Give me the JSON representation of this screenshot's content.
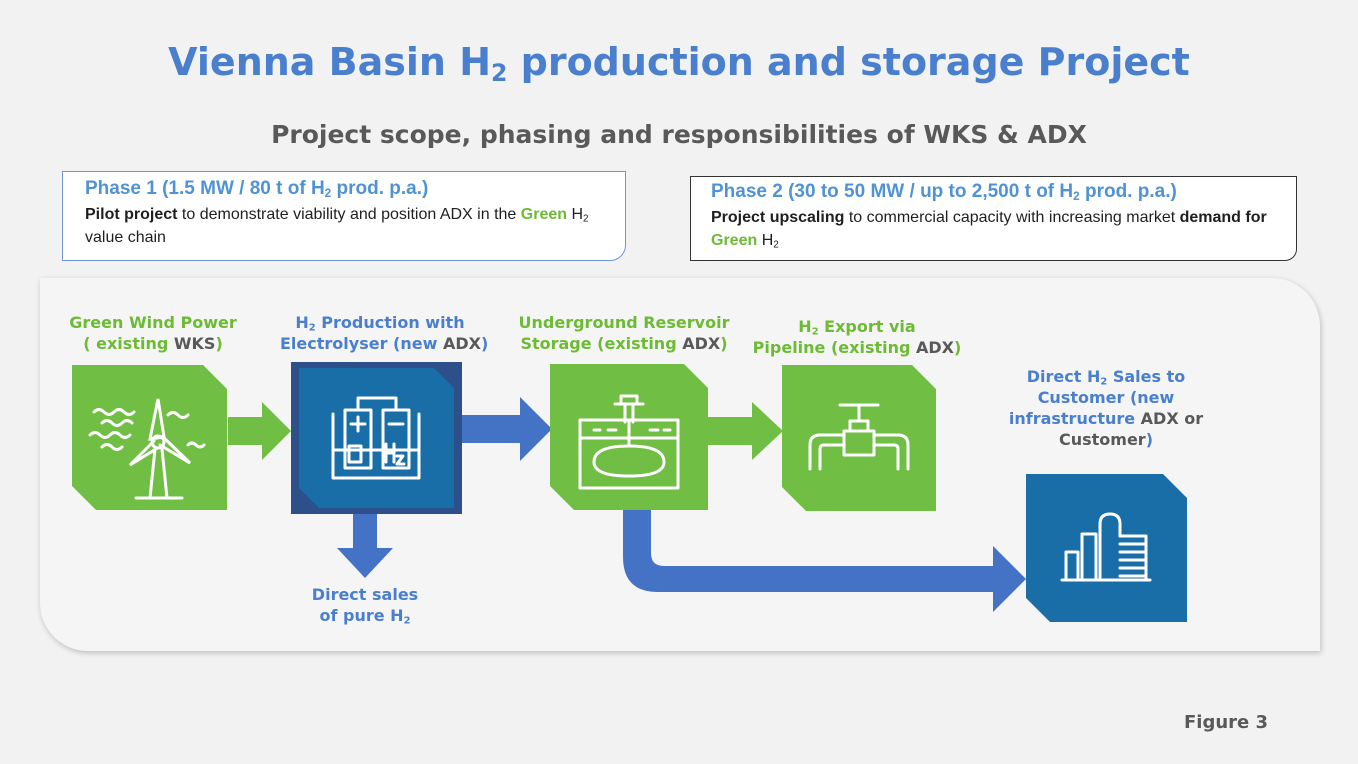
{
  "title": {
    "pre": "Vienna Basin H",
    "sub": "2",
    "post": " production and storage Project"
  },
  "subtitle": "Project scope, phasing and responsibilities of WKS & ADX",
  "phase1": {
    "heading_pre": "Phase 1 (1.5 MW / 80 t of H",
    "heading_sub": "2",
    "heading_post": " prod. p.a.)",
    "body_bold": "Pilot project",
    "body_1": " to demonstrate viability and position ADX in the ",
    "body_green": "Green",
    "body_h": " H",
    "body_sub": "2",
    "body_2": " value chain"
  },
  "phase2": {
    "heading_pre": "Phase 2 (30 to 50 MW / up to 2,500 t of H",
    "heading_sub": "2",
    "heading_post": " prod. p.a.)",
    "body_bold": "Project upscaling",
    "body_1": " to commercial capacity with increasing market ",
    "body_bold2": "demand for ",
    "body_green": "Green",
    "body_h": " H",
    "body_sub": "2"
  },
  "stages": {
    "wind": {
      "line1": "Green Wind Power",
      "line2_a": "( existing ",
      "line2_b": "WKS",
      "line2_c": ")"
    },
    "electrolyser": {
      "line1_a": "H",
      "line1_sub": "2",
      "line1_b": " Production with",
      "line2_a": "Electrolyser (new ",
      "line2_b": "ADX",
      "line2_c": ")"
    },
    "storage": {
      "line1": "Underground Reservoir",
      "line2_a": "Storage (existing ",
      "line2_b": "ADX",
      "line2_c": ")"
    },
    "export": {
      "line1_a": "H",
      "line1_sub": "2",
      "line1_b": " Export via",
      "line2_a": "Pipeline (existing ",
      "line2_b": "ADX",
      "line2_c": ")"
    },
    "customer": {
      "line1_a": "Direct H",
      "line1_sub": "2",
      "line1_b": " Sales to",
      "line2": "Customer (new",
      "line3_a": "infrastructure ",
      "line3_b": "ADX",
      "line3_c": " or",
      "line4_a": "Customer",
      "line4_b": ")"
    },
    "direct": {
      "line1": "Direct sales",
      "line2_a": "of pure H",
      "line2_sub": "2"
    }
  },
  "icons": [
    "wind-turbine-icon",
    "electrolyser-icon",
    "underground-storage-icon",
    "pipeline-valve-icon",
    "industrial-plant-icon"
  ],
  "colors": {
    "title": "#4a7fce",
    "green": "#6dbb35",
    "tile_green": "#70bf44",
    "tile_blue": "#1a6ea8",
    "arrow_blue": "#4472c4",
    "arrow_green": "#70bf44"
  },
  "figure": "Figure 3"
}
